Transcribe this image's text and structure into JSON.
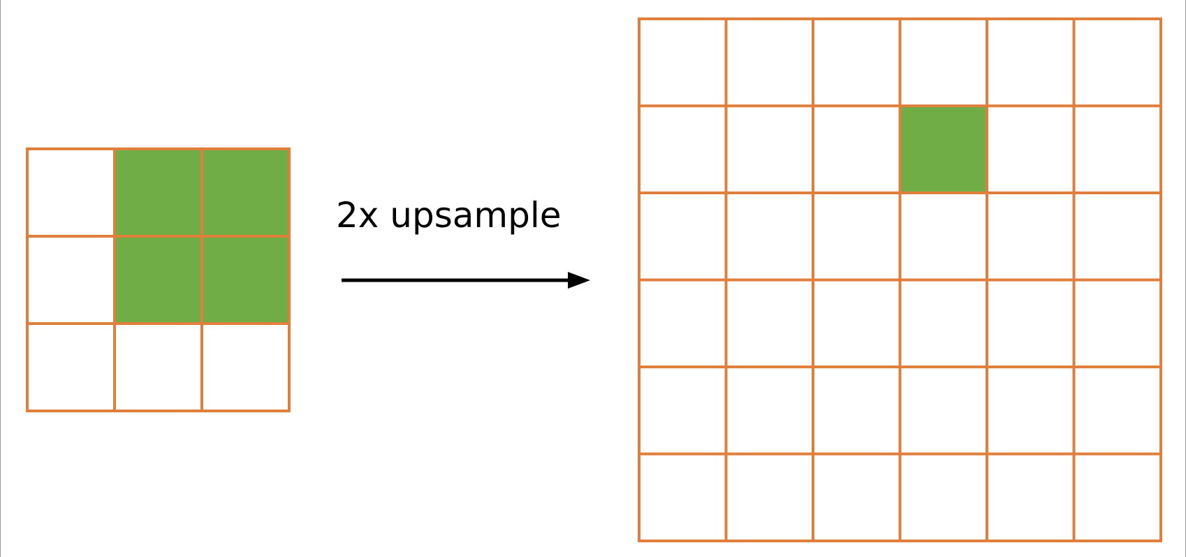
{
  "diagram": {
    "caption": "2x upsample",
    "colors": {
      "grid_line": "#e07e3c",
      "filled_cell": "#70ad47",
      "empty_cell": "#ffffff",
      "arrow": "#000000"
    },
    "input_grid": {
      "rows": 3,
      "cols": 3,
      "filled": [
        [
          0,
          1
        ],
        [
          0,
          2
        ],
        [
          1,
          1
        ],
        [
          1,
          2
        ]
      ]
    },
    "output_grid": {
      "rows": 6,
      "cols": 6,
      "filled": [
        [
          1,
          3
        ]
      ]
    }
  }
}
